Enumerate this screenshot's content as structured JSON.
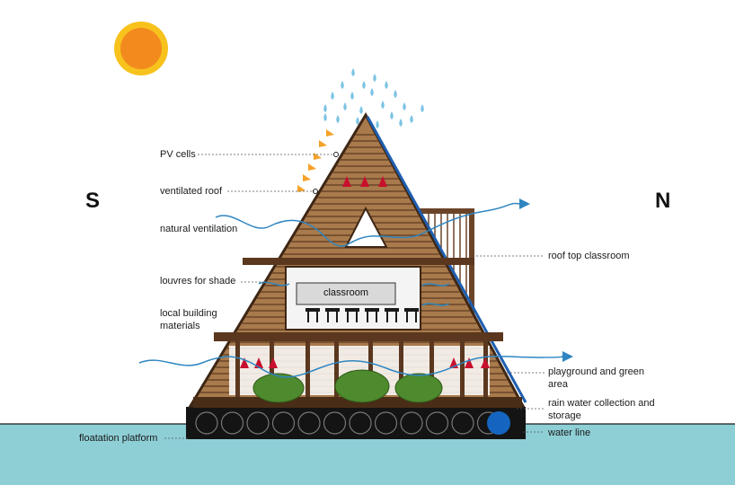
{
  "compass": {
    "south": "S",
    "north": "N"
  },
  "labels": {
    "pv_cells": "PV cells",
    "ventilated_roof": "ventilated roof",
    "natural_ventilation": "natural ventilation",
    "louvres": "louvres for shade",
    "local_materials_1": "local building",
    "local_materials_2": "materials",
    "floatation": "floatation platform",
    "roof_top_classroom": "roof top classroom",
    "playground_1": "playground and green",
    "playground_2": "area",
    "rainwater_1": "rain water collection and",
    "rainwater_2": "storage",
    "water_line": "water line",
    "classroom": "classroom"
  },
  "colors": {
    "water": "#8ecfd6",
    "sun_outer": "#f7c21c",
    "sun_inner": "#f28a1d",
    "timber": "#6b4428",
    "timber_dark": "#3e2614",
    "rain": "#7cc3e4",
    "wind": "#2f86c1",
    "heat_arrow": "#c8102e",
    "solar_arrow": "#f5a22a",
    "float_blue": "#1565c0"
  }
}
